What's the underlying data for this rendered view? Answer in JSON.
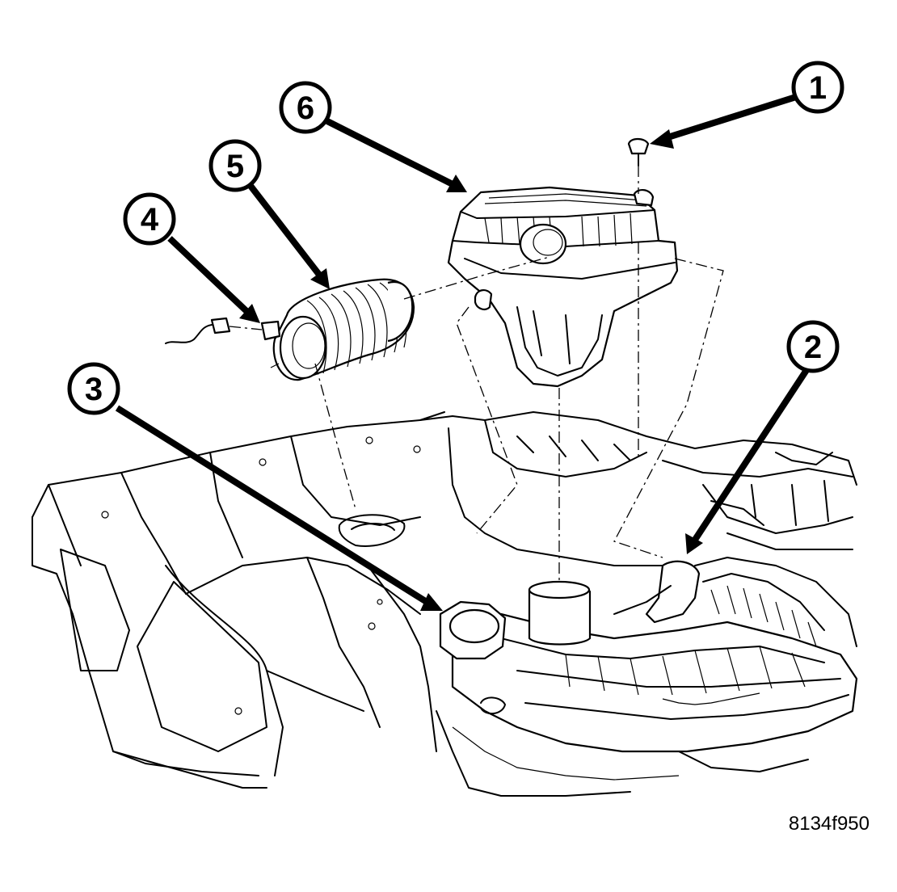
{
  "callouts": [
    {
      "id": "1",
      "label": "1"
    },
    {
      "id": "2",
      "label": "2"
    },
    {
      "id": "3",
      "label": "3"
    },
    {
      "id": "4",
      "label": "4"
    },
    {
      "id": "5",
      "label": "5"
    },
    {
      "id": "6",
      "label": "6"
    }
  ],
  "figure_code": "8134f950",
  "colors": {
    "ink": "#000000",
    "paper": "#ffffff"
  }
}
